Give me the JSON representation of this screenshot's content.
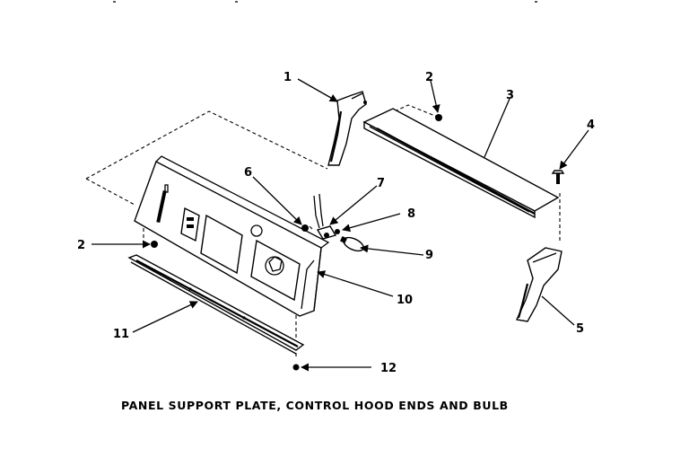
{
  "caption": "PANEL SUPPORT PLATE, CONTROL HOOD ENDS AND BULB",
  "callouts": [
    {
      "id": "1",
      "label": "1"
    },
    {
      "id": "2a",
      "label": "2"
    },
    {
      "id": "3",
      "label": "3"
    },
    {
      "id": "4",
      "label": "4"
    },
    {
      "id": "5",
      "label": "5"
    },
    {
      "id": "6",
      "label": "6"
    },
    {
      "id": "7",
      "label": "7"
    },
    {
      "id": "8",
      "label": "8"
    },
    {
      "id": "9",
      "label": "9"
    },
    {
      "id": "10",
      "label": "10"
    },
    {
      "id": "2b",
      "label": "2"
    },
    {
      "id": "11",
      "label": "11"
    },
    {
      "id": "12",
      "label": "12"
    }
  ]
}
